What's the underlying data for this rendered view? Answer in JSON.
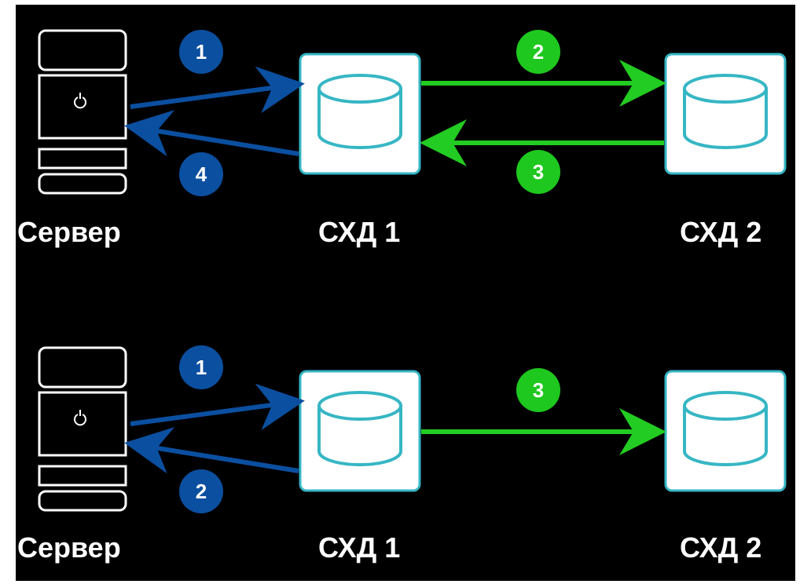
{
  "colors": {
    "background": "#000000",
    "server_outline": "#ffffff",
    "storage_fill": "#ffffff",
    "storage_outline": "#36b6c4",
    "host_link": "#0b4fa0",
    "replication_link": "#22cc22",
    "badge_blue": "#0b4fa0",
    "badge_green": "#1ec81e",
    "text": "#ffffff"
  },
  "icons": {
    "server": "server-tower-icon",
    "storage": "storage-cylinder-icon",
    "power": "power-icon"
  },
  "scenarios": [
    {
      "labels": {
        "server": "Сервер",
        "storage1": "СХД 1",
        "storage2": "СХД 2"
      },
      "steps": [
        {
          "number": "1",
          "from": "server",
          "to": "storage1",
          "color": "blue"
        },
        {
          "number": "2",
          "from": "storage1",
          "to": "storage2",
          "color": "green"
        },
        {
          "number": "3",
          "from": "storage2",
          "to": "storage1",
          "color": "green"
        },
        {
          "number": "4",
          "from": "storage1",
          "to": "server",
          "color": "blue"
        }
      ]
    },
    {
      "labels": {
        "server": "Сервер",
        "storage1": "СХД 1",
        "storage2": "СХД 2"
      },
      "steps": [
        {
          "number": "1",
          "from": "server",
          "to": "storage1",
          "color": "blue"
        },
        {
          "number": "2",
          "from": "storage1",
          "to": "server",
          "color": "blue"
        },
        {
          "number": "3",
          "from": "storage1",
          "to": "storage2",
          "color": "green"
        }
      ]
    }
  ]
}
